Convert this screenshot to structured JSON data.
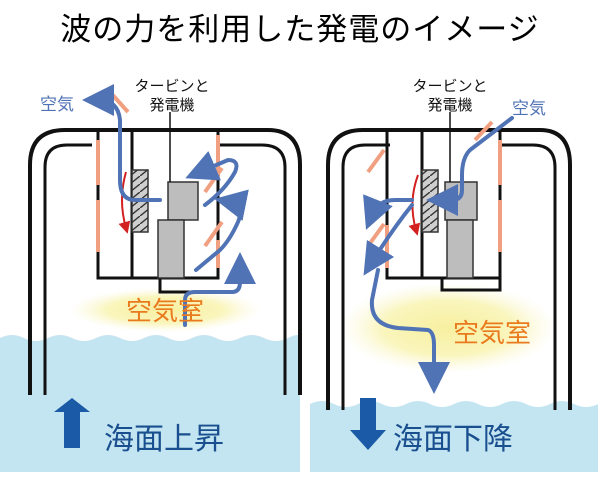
{
  "title": "波の力を利用した発電のイメージ",
  "left_panel": {
    "turbine_label_line1": "タービンと",
    "turbine_label_line2": "発電機",
    "air_label": "空気",
    "chamber_label": "空気室",
    "sea_label": "海面上昇",
    "arrow_direction": "up"
  },
  "right_panel": {
    "turbine_label_line1": "タービンと",
    "turbine_label_line2": "発電機",
    "air_label": "空気",
    "chamber_label": "空気室",
    "sea_label": "海面下降",
    "arrow_direction": "down"
  },
  "colors": {
    "water": "#c3e4f1",
    "wall": "#111111",
    "valve": "#f0a080",
    "airflow": "#4f73b4",
    "air_glow": "#f7f0a0",
    "chamber_text": "#e97a1e",
    "sea_arrow": "#1a5aa6",
    "sea_text": "#1a4f8f",
    "rotation": "#d32020",
    "machine": "#bdbdbd"
  }
}
